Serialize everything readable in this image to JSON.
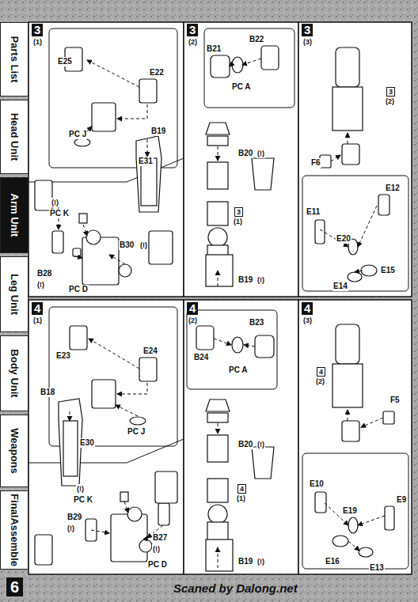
{
  "diagram": {
    "nodes": [
      {
        "text": [
          "Parts List"
        ]
      },
      {
        "text": [
          "Head Unit"
        ]
      },
      {
        "text": [
          "Arm Unit"
        ]
      },
      {
        "text": [
          "Leg Unit"
        ]
      },
      {
        "text": [
          "Body Unit"
        ]
      },
      {
        "text": [
          "Weapons"
        ]
      },
      {
        "text": [
          "FinalAssemble"
        ]
      }
    ],
    "labels": [
      "3",
      "(1)",
      "E25",
      "E22",
      "PC J",
      "E31",
      "B19",
      "(!)",
      "PC K",
      "B30",
      "(!)",
      "B28",
      "(!)",
      "PC D",
      "3",
      "(2)",
      "B22",
      "B21",
      "PC A",
      "B20",
      "(!)",
      "3",
      "(1)",
      "B19",
      "(!)",
      "3",
      "(3)",
      "3",
      "(2)",
      "F6",
      "E12",
      "E11",
      "E20",
      "E15",
      "E14",
      "4",
      "(1)",
      "E23",
      "E24",
      "PC J",
      "E30",
      "B18",
      "(!)",
      "PC K",
      "B29",
      "(!)",
      "B27",
      "(!)",
      "PC D",
      "4",
      "(2)",
      "B23",
      "B24",
      "PC A",
      "B20",
      "(!)",
      "4",
      "(1)",
      "B19",
      "(!)",
      "4",
      "(3)",
      "4",
      "(2)",
      "F5",
      "E10",
      "E9",
      "E19",
      "E16",
      "E13",
      "6",
      "Scaned by Dalong.net"
    ]
  }
}
